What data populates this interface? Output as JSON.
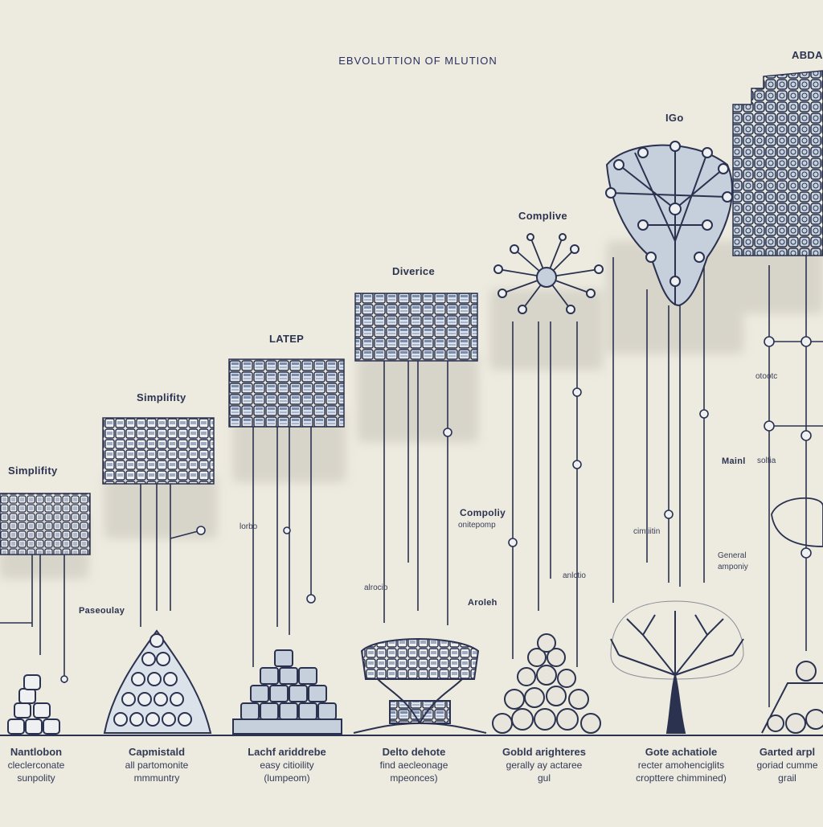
{
  "title": "EBVOLUTTION OF MLUTION",
  "stages": [
    {
      "label": "Simplifity",
      "caption": [
        "Nantlobon",
        "cleclerconate",
        "sunpolity"
      ]
    },
    {
      "label": "Simplifity",
      "caption": [
        "Capmistald",
        "all partomonite",
        "mmmuntry"
      ]
    },
    {
      "label": "LATEP",
      "caption": [
        "Lachf ariddrebe",
        "easy citioility",
        "(lumpeom)"
      ]
    },
    {
      "label": "Diverice",
      "caption": [
        "Delto dehote",
        "find aecleonage",
        "mpeonces)"
      ]
    },
    {
      "label": "Complive",
      "caption": [
        "Gobld arighteres",
        "gerally ay actaree",
        "gul"
      ]
    },
    {
      "label": "IGo",
      "caption": [
        "Gote achatiole",
        "recter amohenciglits",
        "cropttere chimmined)"
      ]
    },
    {
      "label": "ABDA",
      "caption": [
        "Garted arpl",
        "goriad cumme",
        "grail"
      ]
    }
  ],
  "annotations": {
    "paseoulay": "Paseoulay",
    "compoliy": "Compoliy",
    "compoliy_sub": "onitepomp",
    "aroleh": "Aroleh",
    "mainl": "Mainl",
    "general": "General",
    "general_sub": "amponiy",
    "small_a": "lorbo",
    "small_b": "cimtiitin",
    "small_c": "alrocio",
    "small_d": "anlctio",
    "small_e": "solfia",
    "small_f": "otootc"
  }
}
